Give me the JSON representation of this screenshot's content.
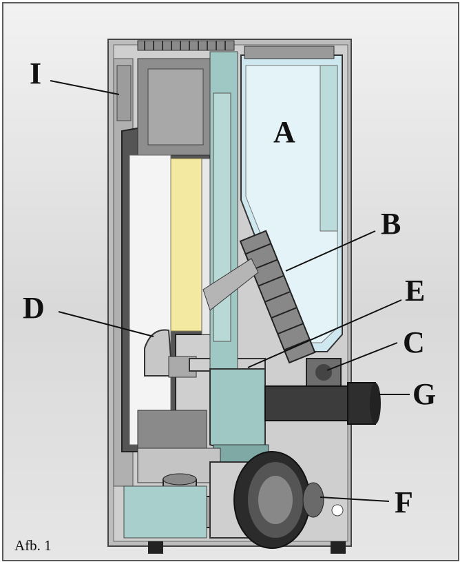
{
  "figure": {
    "caption": "Afb. 1",
    "labels": {
      "A": "A",
      "B": "B",
      "C": "C",
      "D": "D",
      "E": "E",
      "F": "F",
      "G": "G",
      "I": "I"
    }
  }
}
